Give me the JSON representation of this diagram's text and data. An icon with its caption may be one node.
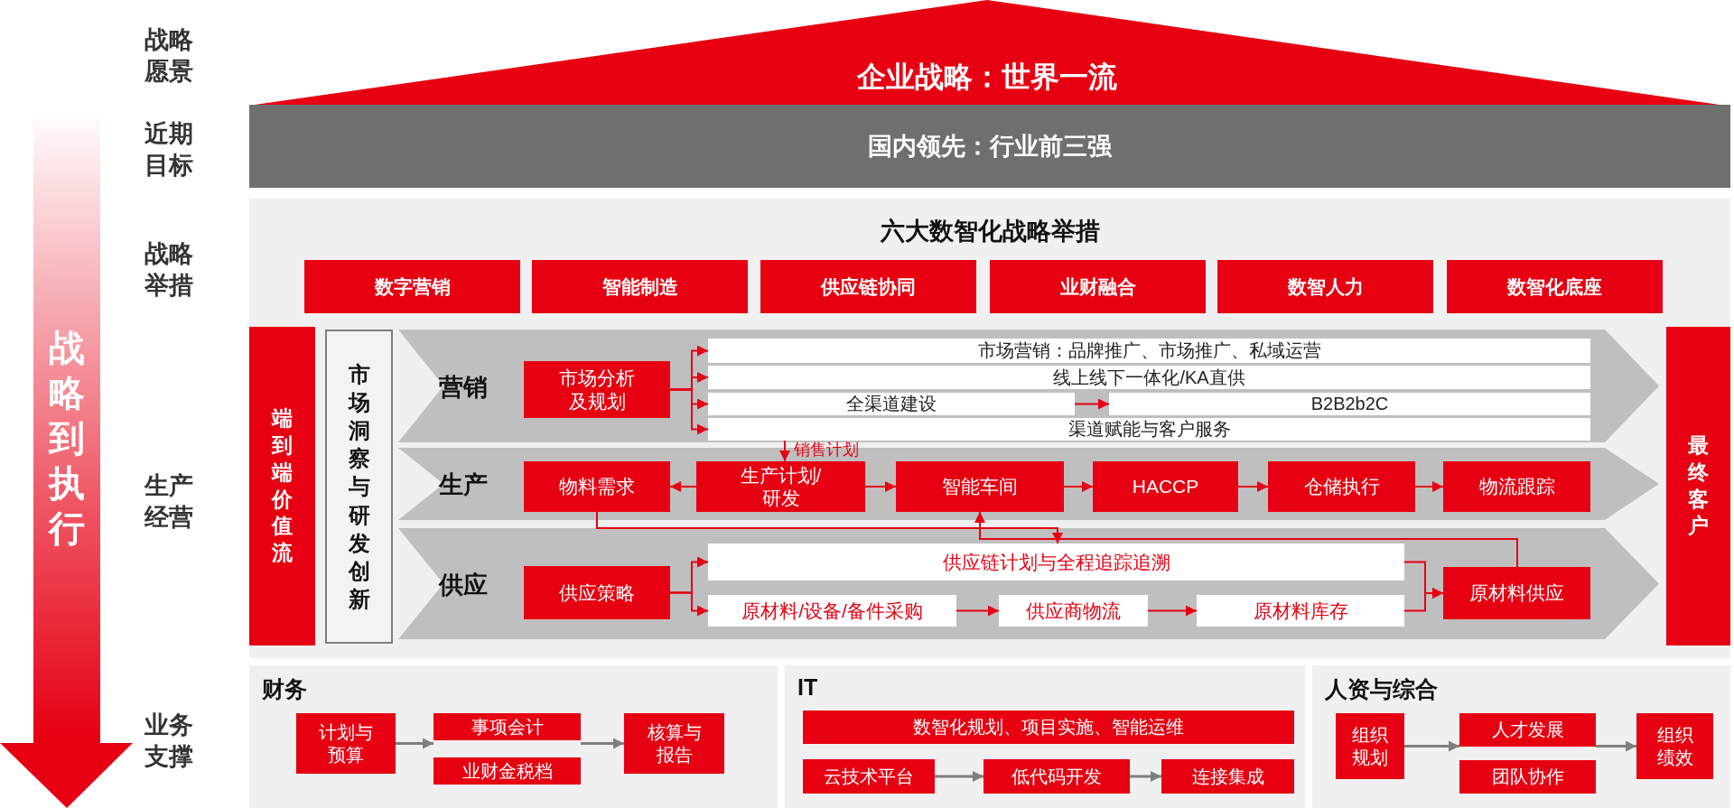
{
  "diagram": {
    "nodes": [
      {
        "text": [
          "战略到执行"
        ]
      },
      {
        "text": [
          "企业战略：世界一流"
        ]
      },
      {
        "text": [
          "国内领先：行业前三强"
        ]
      },
      {
        "text": [
          "六大数智化战略举措"
        ]
      },
      {
        "text": [
          "数字营销"
        ],
        "in": 3
      },
      {
        "text": [
          "智能制造"
        ],
        "in": 3
      },
      {
        "text": [
          "供应链协同"
        ],
        "in": 3
      },
      {
        "text": [
          "业财融合"
        ],
        "in": 3
      },
      {
        "text": [
          "数智人力"
        ],
        "in": 3
      },
      {
        "text": [
          "数智化底座"
        ],
        "in": 3
      },
      {
        "text": [
          "端到端价值流"
        ],
        "in": 3
      },
      {
        "text": [
          "市场洞察与研发创新"
        ],
        "in": 3
      },
      {
        "text": [
          "营销"
        ],
        "in": 3
      },
      {
        "text": [
          "市场分析及规划"
        ],
        "in": 12
      },
      {
        "text": [
          "市场营销：品牌推广、市场推广、私域运营"
        ],
        "in": 12
      },
      {
        "text": [
          "线上线下一体化/KA直供"
        ],
        "in": 12
      },
      {
        "text": [
          "全渠道建设"
        ],
        "in": 12
      },
      {
        "text": [
          "B2B2b2C"
        ],
        "in": 12
      },
      {
        "text": [
          "渠道赋能与客户服务"
        ],
        "in": 12
      },
      {
        "text": [
          "生产"
        ],
        "in": 3
      },
      {
        "text": [
          "物料需求"
        ],
        "in": 19
      },
      {
        "text": [
          "生产计划/研发"
        ],
        "in": 19
      },
      {
        "text": [
          "智能车间"
        ],
        "in": 19
      },
      {
        "text": [
          "HACCP"
        ],
        "in": 19
      },
      {
        "text": [
          "仓储执行"
        ],
        "in": 19
      },
      {
        "text": [
          "物流跟踪"
        ],
        "in": 19
      },
      {
        "text": [
          "供应"
        ],
        "in": 3
      },
      {
        "text": [
          "供应策略"
        ],
        "in": 26
      },
      {
        "text": [
          "供应链计划与全程追踪追溯"
        ],
        "in": 26
      },
      {
        "text": [
          "原材料/设备/备件采购"
        ],
        "in": 26
      },
      {
        "text": [
          "供应商物流"
        ],
        "in": 26
      },
      {
        "text": [
          "原材料库存"
        ],
        "in": 26
      },
      {
        "text": [
          "原材料供应"
        ],
        "in": 26
      },
      {
        "text": [
          "最终客户"
        ],
        "in": 3
      },
      {
        "text": [
          "财务"
        ]
      },
      {
        "text": [
          "计划与预算"
        ],
        "in": 34
      },
      {
        "text": [
          "事项会计"
        ],
        "in": 34
      },
      {
        "text": [
          "业财金税档"
        ],
        "in": 34
      },
      {
        "text": [
          "核算与报告"
        ],
        "in": 34
      },
      {
        "text": [
          "IT"
        ]
      },
      {
        "text": [
          "数智化规划、项目实施、智能运维"
        ],
        "in": 39
      },
      {
        "text": [
          "云技术平台"
        ],
        "in": 39
      },
      {
        "text": [
          "低代码开发"
        ],
        "in": 39
      },
      {
        "text": [
          "连接集成"
        ],
        "in": 39
      },
      {
        "text": [
          "人资与综合"
        ]
      },
      {
        "text": [
          "组织规划"
        ],
        "in": 44
      },
      {
        "text": [
          "人才发展"
        ],
        "in": 44
      },
      {
        "text": [
          "团队协作"
        ],
        "in": 44
      },
      {
        "text": [
          "组织绩效"
        ],
        "in": 44
      }
    ],
    "edges": [
      {
        "from": 13,
        "to": 14,
        "arrow": "to"
      },
      {
        "from": 13,
        "to": 15,
        "arrow": "to"
      },
      {
        "from": 13,
        "to": 16,
        "arrow": "to"
      },
      {
        "from": 13,
        "to": 18,
        "arrow": "to"
      },
      {
        "from": 16,
        "to": 17,
        "arrow": "to"
      },
      {
        "from": 18,
        "to": 21,
        "arrow": "to",
        "label": "销售计划"
      },
      {
        "from": 21,
        "to": 20,
        "arrow": "to"
      },
      {
        "from": 21,
        "to": 22,
        "arrow": "to"
      },
      {
        "from": 22,
        "to": 23,
        "arrow": "to"
      },
      {
        "from": 23,
        "to": 24,
        "arrow": "to"
      },
      {
        "from": 24,
        "to": 25,
        "arrow": "to"
      },
      {
        "from": 20,
        "to": 28,
        "arrow": "to"
      },
      {
        "from": 32,
        "to": 22,
        "arrow": "to"
      },
      {
        "from": 27,
        "to": 28,
        "arrow": "to"
      },
      {
        "from": 27,
        "to": 29,
        "arrow": "to"
      },
      {
        "from": 29,
        "to": 30,
        "arrow": "to"
      },
      {
        "from": 30,
        "to": 31,
        "arrow": "to"
      },
      {
        "from": 28,
        "to": 32,
        "arrow": "to"
      },
      {
        "from": 31,
        "to": 32,
        "arrow": "to"
      },
      {
        "from": 35,
        "to": 36,
        "arrow": "to",
        "color": "#7f7f7f"
      },
      {
        "from": 35,
        "to": 37,
        "arrow": "to",
        "color": "#7f7f7f"
      },
      {
        "from": 36,
        "to": 38,
        "arrow": "to",
        "color": "#7f7f7f"
      },
      {
        "from": 37,
        "to": 38,
        "arrow": "to",
        "color": "#7f7f7f"
      },
      {
        "from": 41,
        "to": 42,
        "arrow": "to",
        "color": "#7f7f7f"
      },
      {
        "from": 42,
        "to": 43,
        "arrow": "to",
        "color": "#7f7f7f"
      },
      {
        "from": 45,
        "to": 46,
        "arrow": "to",
        "color": "#7f7f7f"
      },
      {
        "from": 45,
        "to": 47,
        "arrow": "to",
        "color": "#7f7f7f"
      },
      {
        "from": 46,
        "to": 48,
        "arrow": "to",
        "color": "#7f7f7f"
      },
      {
        "from": 47,
        "to": 48,
        "arrow": "to",
        "color": "#7f7f7f"
      }
    ],
    "labels": [
      "战略愿景",
      "近期目标",
      "战略举措",
      "生产经营",
      "业务支撑"
    ]
  }
}
